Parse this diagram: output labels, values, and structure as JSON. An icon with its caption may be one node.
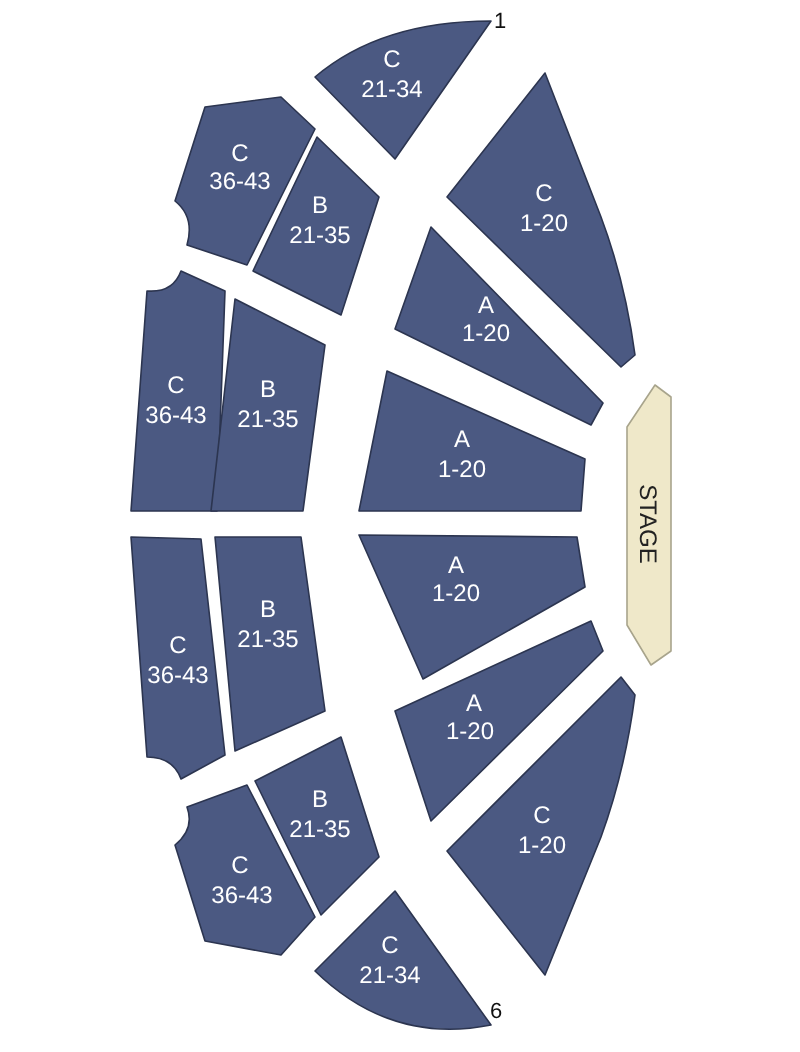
{
  "diagram": {
    "nodes": [
      {
        "text": [
          "C",
          "21-34"
        ]
      },
      {
        "text": [
          "C",
          "36-43"
        ]
      },
      {
        "text": [
          "B",
          "21-35"
        ]
      },
      {
        "text": [
          "C",
          "1-20"
        ]
      },
      {
        "text": [
          "A",
          "1-20"
        ]
      },
      {
        "text": [
          "C",
          "36-43"
        ]
      },
      {
        "text": [
          "B",
          "21-35"
        ]
      },
      {
        "text": [
          "A",
          "1-20"
        ]
      },
      {
        "text": [
          "STAGE"
        ]
      },
      {
        "text": [
          "C",
          "36-43"
        ]
      },
      {
        "text": [
          "B",
          "21-35"
        ]
      },
      {
        "text": [
          "A",
          "1-20"
        ]
      },
      {
        "text": [
          "A",
          "1-20"
        ]
      },
      {
        "text": [
          "C",
          "1-20"
        ]
      },
      {
        "text": [
          "B",
          "21-35"
        ]
      },
      {
        "text": [
          "C",
          "36-43"
        ]
      },
      {
        "text": [
          "C",
          "21-34"
        ]
      }
    ],
    "labels": [
      "1",
      "6"
    ]
  }
}
